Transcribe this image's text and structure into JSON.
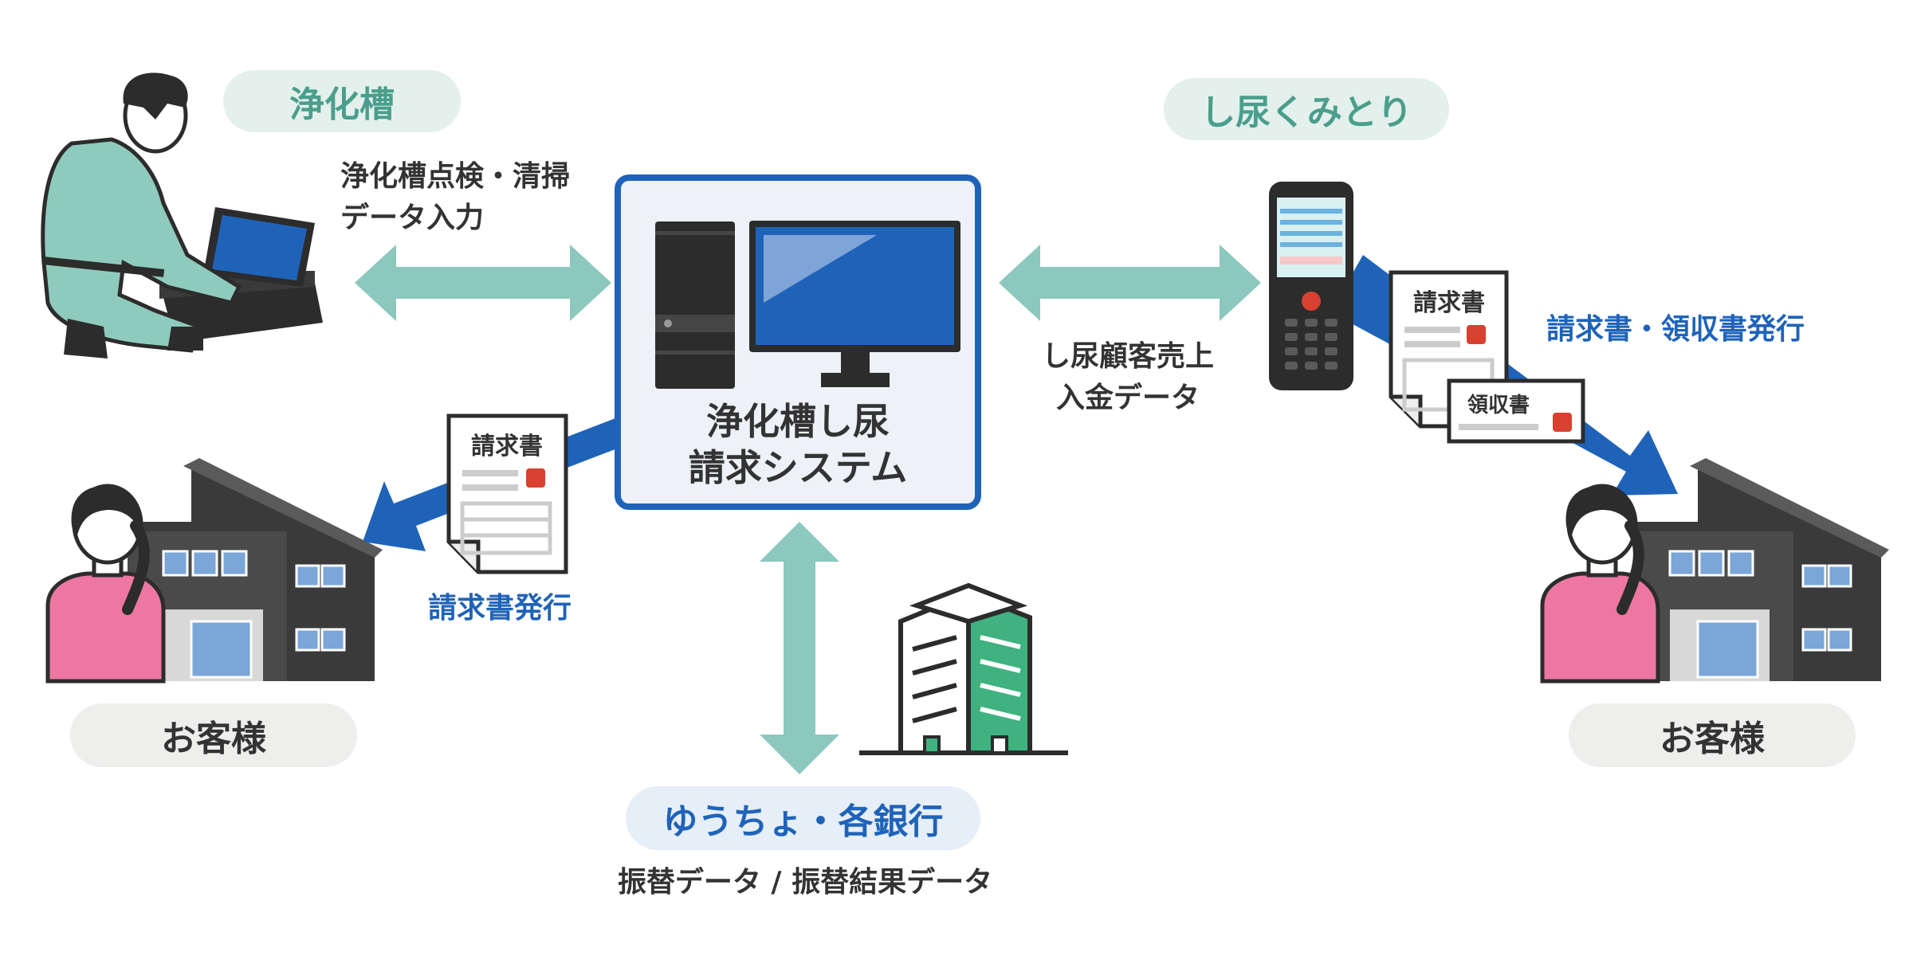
{
  "labels": {
    "jokaso": "浄化槽",
    "shinyo": "し尿くみとり",
    "bank": "ゆうちょ・各銀行",
    "customer_left": "お客様",
    "customer_right": "お客様",
    "system_line1": "浄化槽し尿",
    "system_line2": "請求システム",
    "inspection_line1": "浄化槽点検・清掃",
    "inspection_line2": "データ入力",
    "sales_line1": "し尿顧客売上",
    "sales_line2": "入金データ",
    "invoice_issue": "請求書発行",
    "invoice_receipt_issue": "請求書・領収書発行",
    "transfer": "振替データ / 振替結果データ",
    "invoice_doc_left": "請求書",
    "invoice_doc_right": "請求書",
    "receipt_doc": "領収書"
  },
  "colors": {
    "teal_arrow": "#8cc8bd",
    "blue_arrow": "#1f63b9",
    "teal_text": "#4b9e8c",
    "blue_text": "#1f63b9",
    "worker_uniform": "#8fcbbd",
    "customer_shirt": "#ee77a2",
    "building_green": "#3fb27f",
    "stamp_red": "#d8412f"
  }
}
